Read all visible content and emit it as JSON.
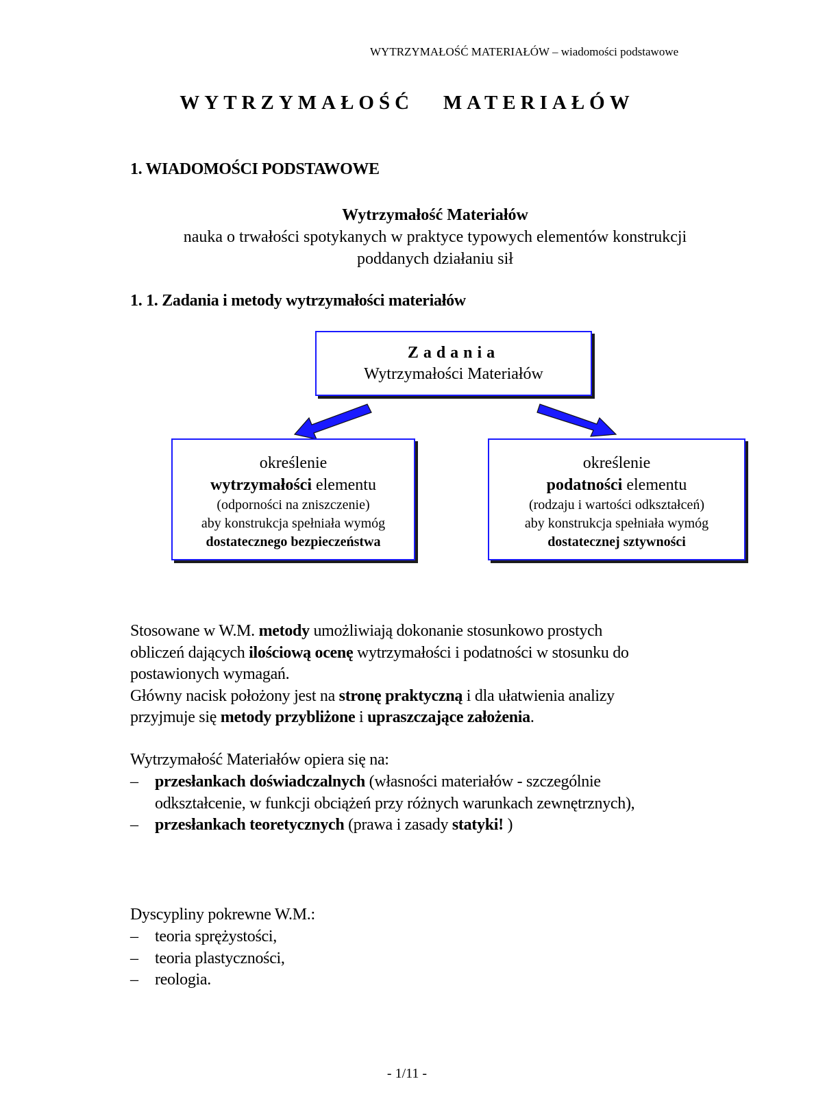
{
  "header": {
    "running_title": "WYTRZYMAŁOŚĆ MATERIAŁÓW – wiadomości podstawowe"
  },
  "title": "WYTRZYMAŁOŚĆ   MATERIAŁÓW",
  "section": {
    "heading": "1.   WIADOMOŚCI PODSTAWOWE"
  },
  "definition": {
    "title": "Wytrzymałość Materiałów",
    "line1": "nauka o trwałości spotykanych w praktyce typowych elementów konstrukcji",
    "line2": "poddanych działaniu sił"
  },
  "subsection": {
    "heading": "1. 1. Zadania i metody wytrzymałości materiałów"
  },
  "diagram": {
    "top_box": {
      "line1": "Zadania",
      "line2": "Wytrzymałości Materiałów"
    },
    "left_box": {
      "line1": "określenie",
      "line2_bold": "wytrzymałości",
      "line2_rest": " elementu",
      "line3": "(odporności na zniszczenie)",
      "line4": "aby konstrukcja spełniała wymóg",
      "line5": "dostatecznego bezpieczeństwa"
    },
    "right_box": {
      "line1": "określenie",
      "line2_bold": "podatności",
      "line2_rest": " elementu",
      "line3": "(rodzaju i wartości odkształceń)",
      "line4": "aby konstrukcja spełniała wymóg",
      "line5": "dostatecznej sztywności"
    },
    "arrow_color": "#1a1aff"
  },
  "paragraph_methods": {
    "s1": "Stosowane w W.M. ",
    "b1": "metody",
    "s2": " umożliwiają dokonanie stosunkowo prostych",
    "s3": "obliczeń dających ",
    "b2": "ilościową ocenę",
    "s4": " wytrzymałości i podatności w stosunku do",
    "s5": "postawionych wymagań.",
    "s6": "Główny nacisk położony jest na ",
    "b3": "stronę praktyczną",
    "s7": " i dla ułatwienia analizy",
    "s8": "przyjmuje się ",
    "b4": "metody przybliżone",
    "s9": " i ",
    "b5": "upraszczające założenia",
    "s10": "."
  },
  "bases": {
    "intro": "Wytrzymałość Materiałów opiera się na:",
    "items": [
      {
        "dash": "–",
        "bold": "przesłankach doświadczalnych",
        "rest1": " (własności materiałów - szczególnie",
        "rest2": "odkształcenie, w funkcji obciążeń przy różnych warunkach zewnętrznych),"
      },
      {
        "dash": "–",
        "bold": "przesłankach teoretycznych",
        "rest1": " (prawa i zasady ",
        "bold2": "statyki!",
        "rest2": " )"
      }
    ]
  },
  "related": {
    "intro": "Dyscypliny pokrewne W.M.:",
    "items": [
      {
        "dash": "–",
        "text": "teoria sprężystości,"
      },
      {
        "dash": "–",
        "text": "teoria plastyczności,"
      },
      {
        "dash": "–",
        "text": "reologia."
      }
    ]
  },
  "footer": {
    "page_number": "- 1/11 -"
  }
}
